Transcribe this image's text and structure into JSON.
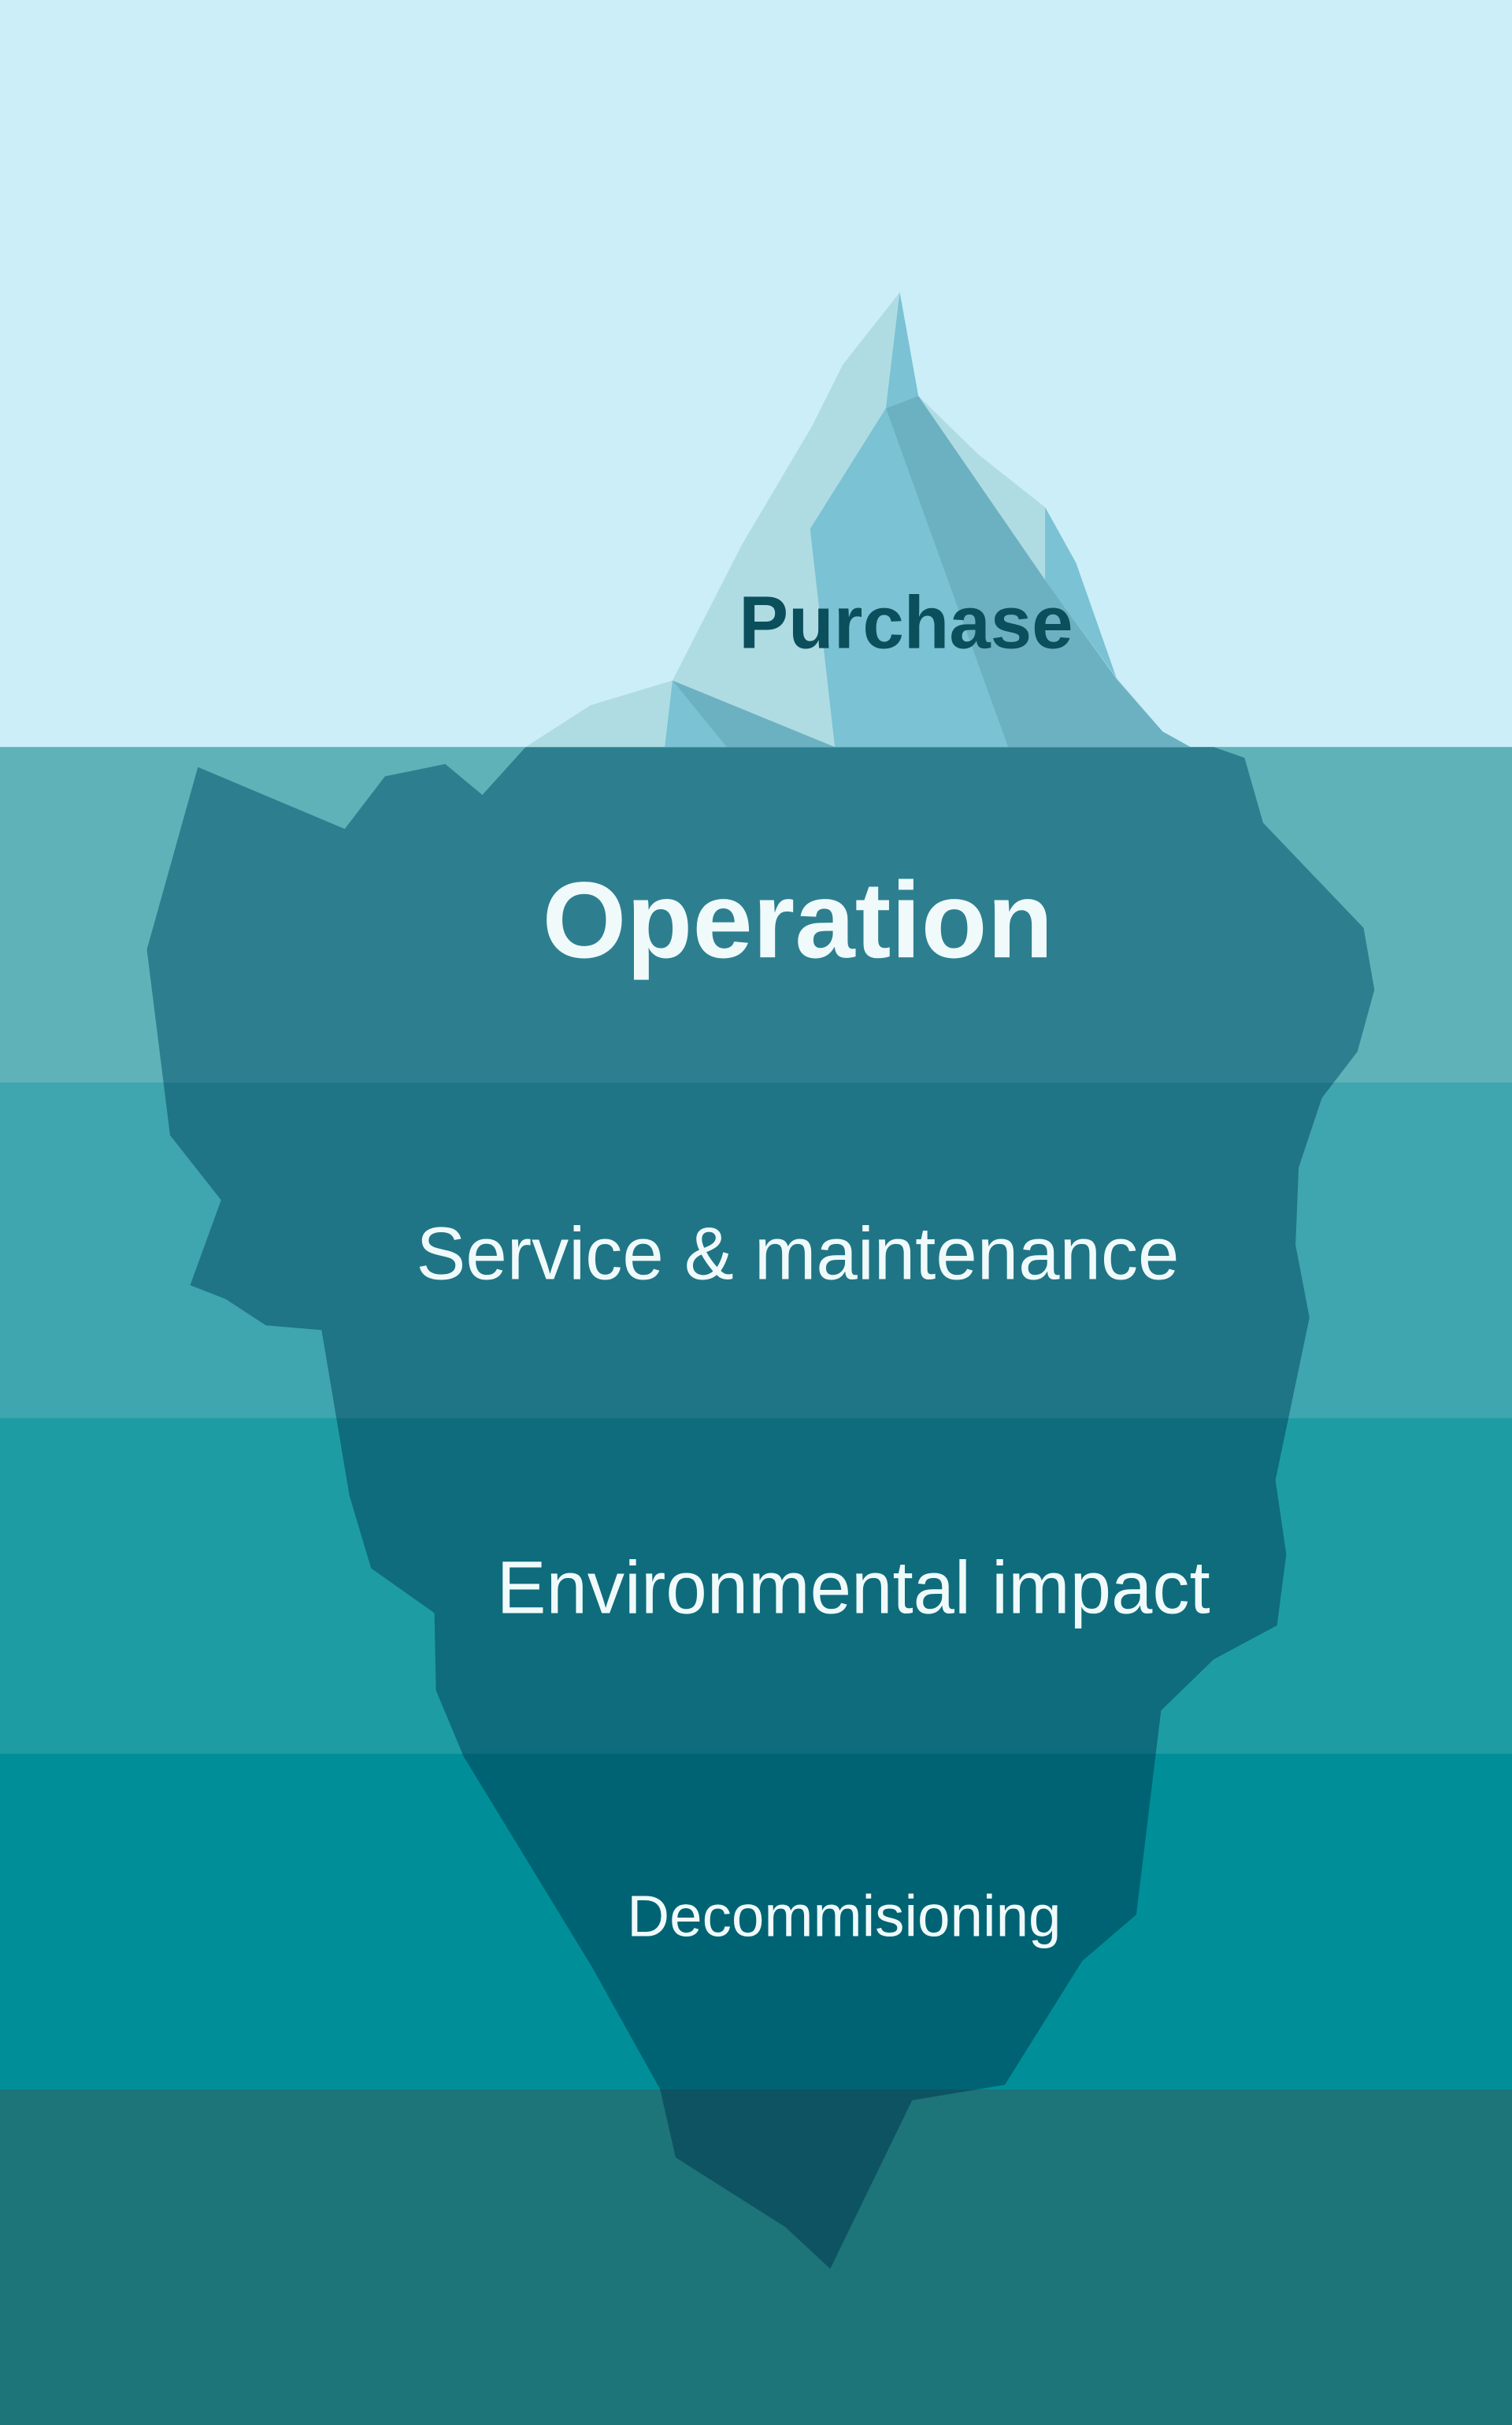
{
  "layers": {
    "purchase": "Purchase",
    "operation": "Operation",
    "service": "Service & maintenance",
    "environmental": "Environmental impact",
    "decommissioning": "Decommisioning"
  },
  "colors": {
    "sky": "#CBEEF8",
    "band1": "#5FB2B7",
    "band2": "#3FA5AE",
    "band3": "#1E9CA3",
    "band4": "#008F98",
    "band5": "#1D7479",
    "ice_light": "#AFDCE2",
    "ice_mid": "#7AC2D4",
    "ice_dark": "#6CB1C1",
    "berg1": "#2D7F8F",
    "berg2": "#1F7585",
    "berg3": "#0F6C7C",
    "berg4": "#006373",
    "berg5": "#0E5361",
    "purchase_text": "#0B4F5C",
    "label_text": "#F0FAFB"
  }
}
